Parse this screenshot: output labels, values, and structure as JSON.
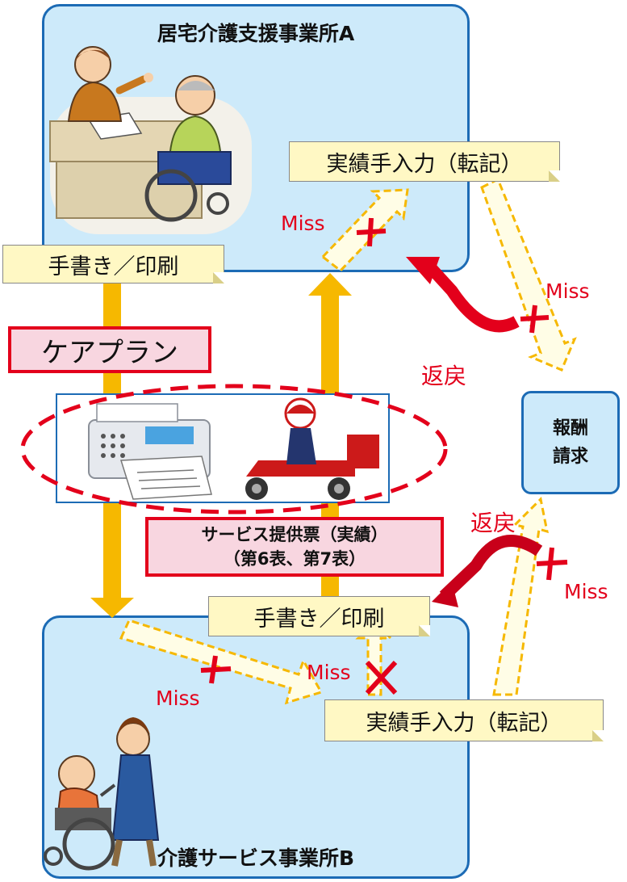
{
  "office_a": {
    "title": "居宅介護支援事業所A"
  },
  "office_b": {
    "title": "介護サービス事業所B"
  },
  "notes": {
    "a_handwrite": "手書き／印刷",
    "a_manual": "実績手入力（転記）",
    "b_handwrite": "手書き／印刷",
    "b_manual": "実績手入力（転記）"
  },
  "care_plan": "ケアプラン",
  "service_slip": {
    "line1": "サービス提供票（実績）",
    "line2": "（第6表、第7表）"
  },
  "claim": {
    "line1": "報酬",
    "line2": "請求"
  },
  "miss_label": "Miss",
  "henrei_label": "返戻",
  "colors": {
    "office_fill": "#cdeafa",
    "office_border": "#1c6bb5",
    "accent_red": "#e3001b",
    "flow_yellow": "#f6b800",
    "note_fill": "#fff8c4"
  }
}
